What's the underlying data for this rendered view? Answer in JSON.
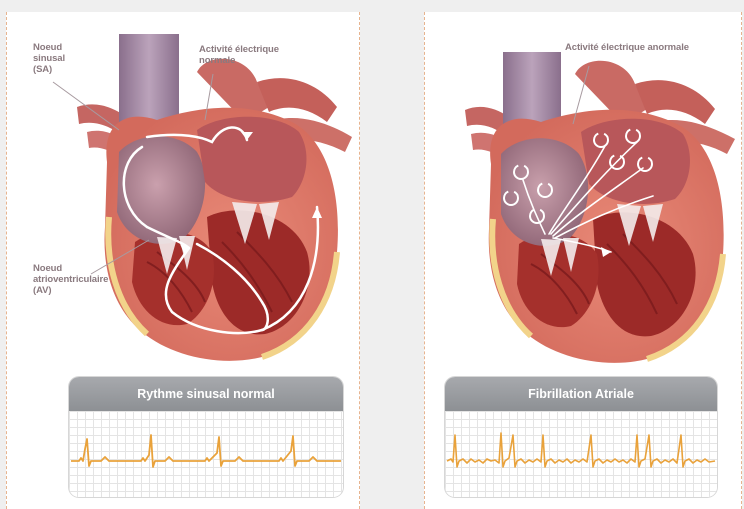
{
  "left_panel": {
    "label_sa": [
      "Noeud",
      "sinusal",
      "(SA)"
    ],
    "label_activity": [
      "Activité électrique",
      "normale"
    ],
    "label_av": [
      "Noeud",
      "atrioventriculaire",
      "(AV)"
    ],
    "ecg_title": "Rythme sinusal normal"
  },
  "right_panel": {
    "label_activity": "Activité électrique anormale",
    "ecg_title": "Fibrillation Atriale"
  },
  "colors": {
    "ecg_trace": "#e9a23b",
    "myocardium": "#e57e6e",
    "vessel": "#a58aa3",
    "artery": "#c9625a",
    "label_text": "#8a7a7f",
    "panel_border": "#e7b48f"
  }
}
